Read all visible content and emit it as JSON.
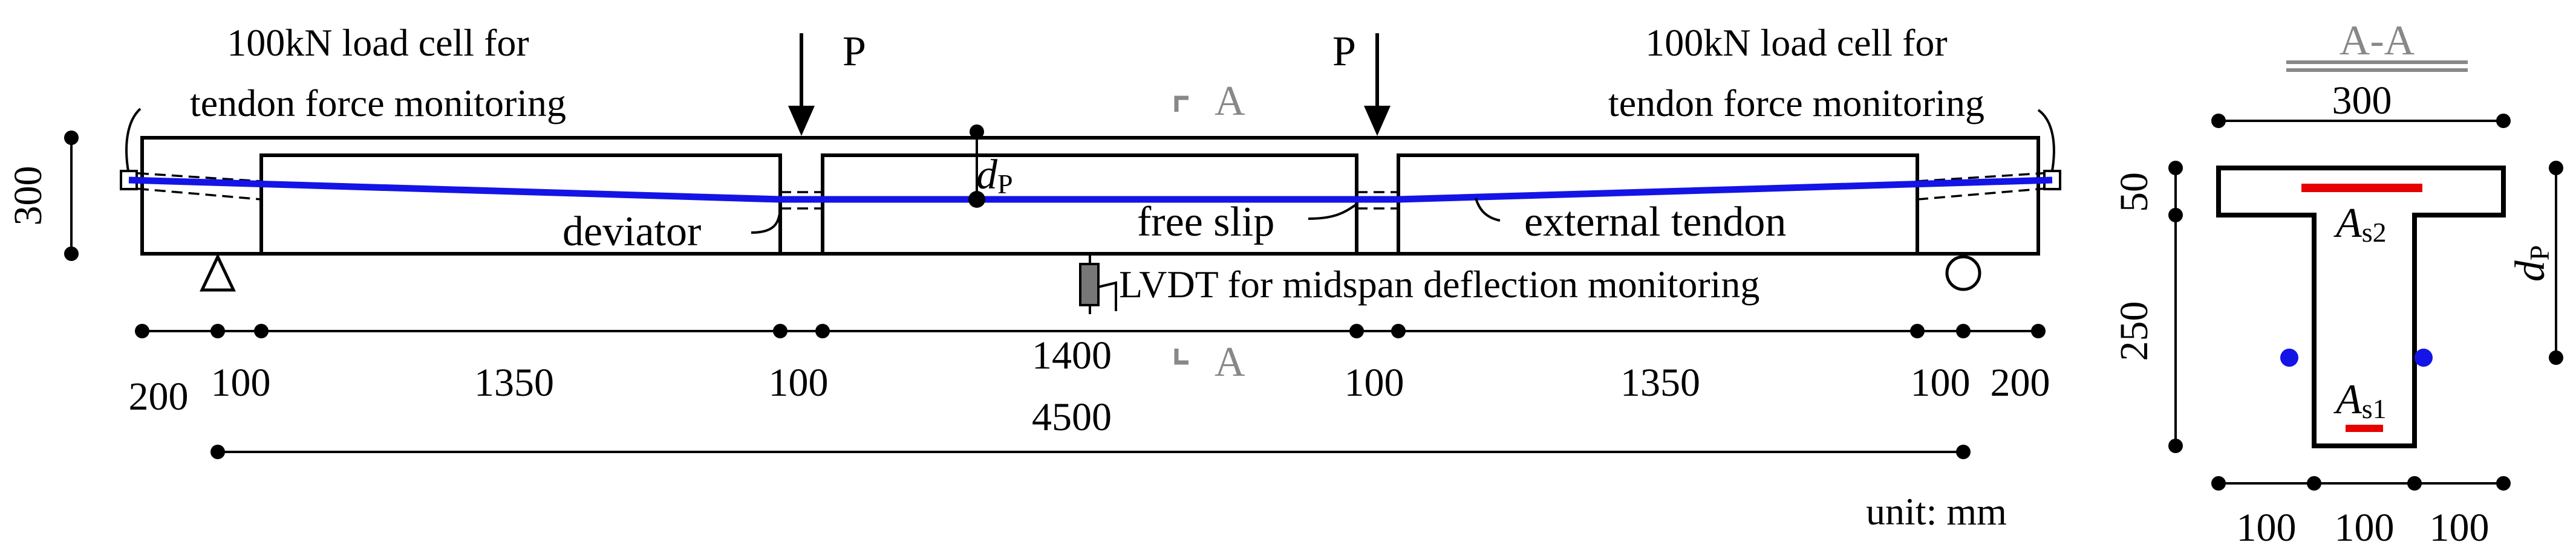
{
  "labels": {
    "load_cell_left_1": "100kN load cell for",
    "load_cell_left_2": "tendon force monitoring",
    "load_cell_right_1": "100kN load cell for",
    "load_cell_right_2": "tendon force monitoring",
    "load_p": "P",
    "section_letter": "A",
    "section_title": "A-A",
    "dp_main": "d",
    "dp_sub": "P",
    "deviator": "deviator",
    "free_slip": "free slip",
    "external_tendon": "external tendon",
    "lvdt": "LVDT for midspan deflection monitoring",
    "unit": "unit: mm",
    "as2_main": "A",
    "as2_sub": "s2",
    "as1_main": "A",
    "as1_sub": "s1"
  },
  "dims": {
    "height_300": "300",
    "seg_200_left": "200",
    "seg_100_a": "100",
    "seg_1350_left": "1350",
    "seg_100_b": "100",
    "seg_1400": "1400",
    "seg_100_c": "100",
    "seg_1350_right": "1350",
    "seg_100_d": "100",
    "seg_200_right": "200",
    "span_4500": "4500",
    "sec_width_300": "300",
    "sec_flange_50": "50",
    "sec_web_250": "250",
    "sec_100_a": "100",
    "sec_100_b": "100",
    "sec_100_c": "100"
  },
  "colors": {
    "tendon": "#1414e6",
    "rebar": "#e60000",
    "section_mark": "#888888",
    "lvdt": "#777777"
  }
}
